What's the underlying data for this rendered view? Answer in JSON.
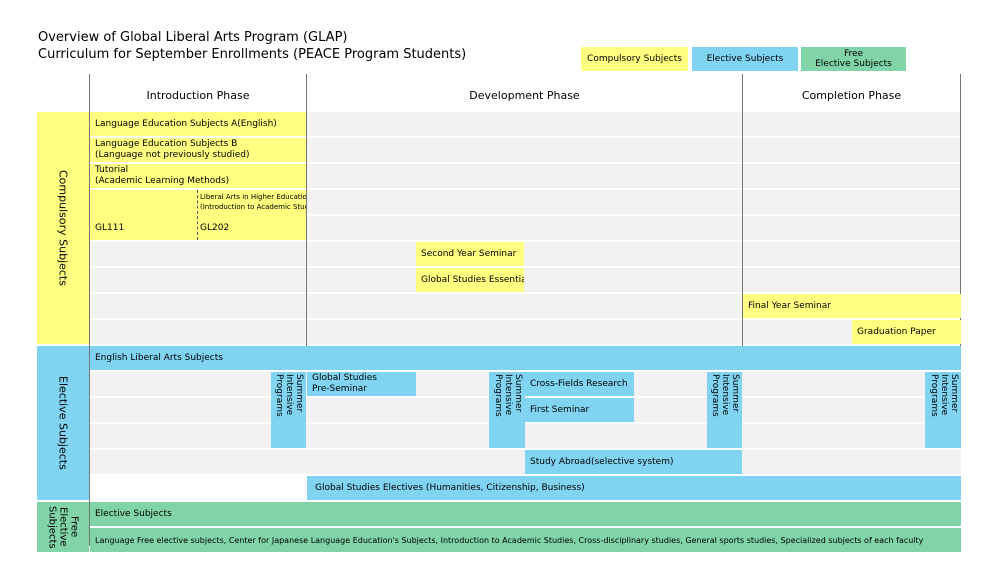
{
  "title": {
    "line1": "Overview of Global Liberal Arts Program (GLAP)",
    "line2": "Curriculum for September Enrollments (PEACE Program Students)"
  },
  "legend": {
    "compulsory": "Compulsory Subjects",
    "elective": "Elective Subjects",
    "free": "Free\nElective Subjects"
  },
  "colors": {
    "compulsory": "#ffff80",
    "elective": "#80d4f2",
    "free": "#80d4a8",
    "row": "#f2f2f2"
  },
  "phases": {
    "introduction": "Introduction Phase",
    "development": "Development Phase",
    "completion": "Completion Phase"
  },
  "categories": {
    "compulsory": "Compulsory Subjects",
    "elective": "Elective Subjects",
    "free": "Free\nElective\nSubjects"
  },
  "compulsory_bars": {
    "lang_a": "Language Education Subjects A(English)",
    "lang_b_1": "Language Education Subjects B",
    "lang_b_2": "(Language not previously studied)",
    "tutorial_1": "Tutorial",
    "tutorial_2": "(Academic Learning Methods)",
    "liberal_1": "Liberal Arts in Higher Education",
    "liberal_2": "(Introduction to Academic Studies)",
    "gl111": "GL111",
    "gl202": "GL202",
    "second_seminar": "Second Year Seminar",
    "gs_essentials": "Global Studies Essentials",
    "final_seminar": "Final Year Seminar",
    "graduation_paper": "Graduation Paper"
  },
  "elective_bars": {
    "english_liberal_arts": "English Liberal Arts Subjects",
    "summer_intensive": "Summer\nIntensive\nPrograms",
    "gs_preseminar_1": "Global Studies",
    "gs_preseminar_2": "Pre-Seminar",
    "cross_fields": "Cross-Fields Research",
    "first_seminar": "First Seminar",
    "study_abroad": "Study Abroad(selective system)",
    "gs_electives": "Global Studies Electives (Humanities, Citizenship, Business)"
  },
  "free_bars": {
    "elective_subjects": "Elective Subjects",
    "language_free": "Language Free elective  subjects, Center for Japanese Language Education's Subjects, Introduction to Academic Studies, Cross-disciplinary studies, General sports studies, Specialized subjects of each faculty"
  }
}
